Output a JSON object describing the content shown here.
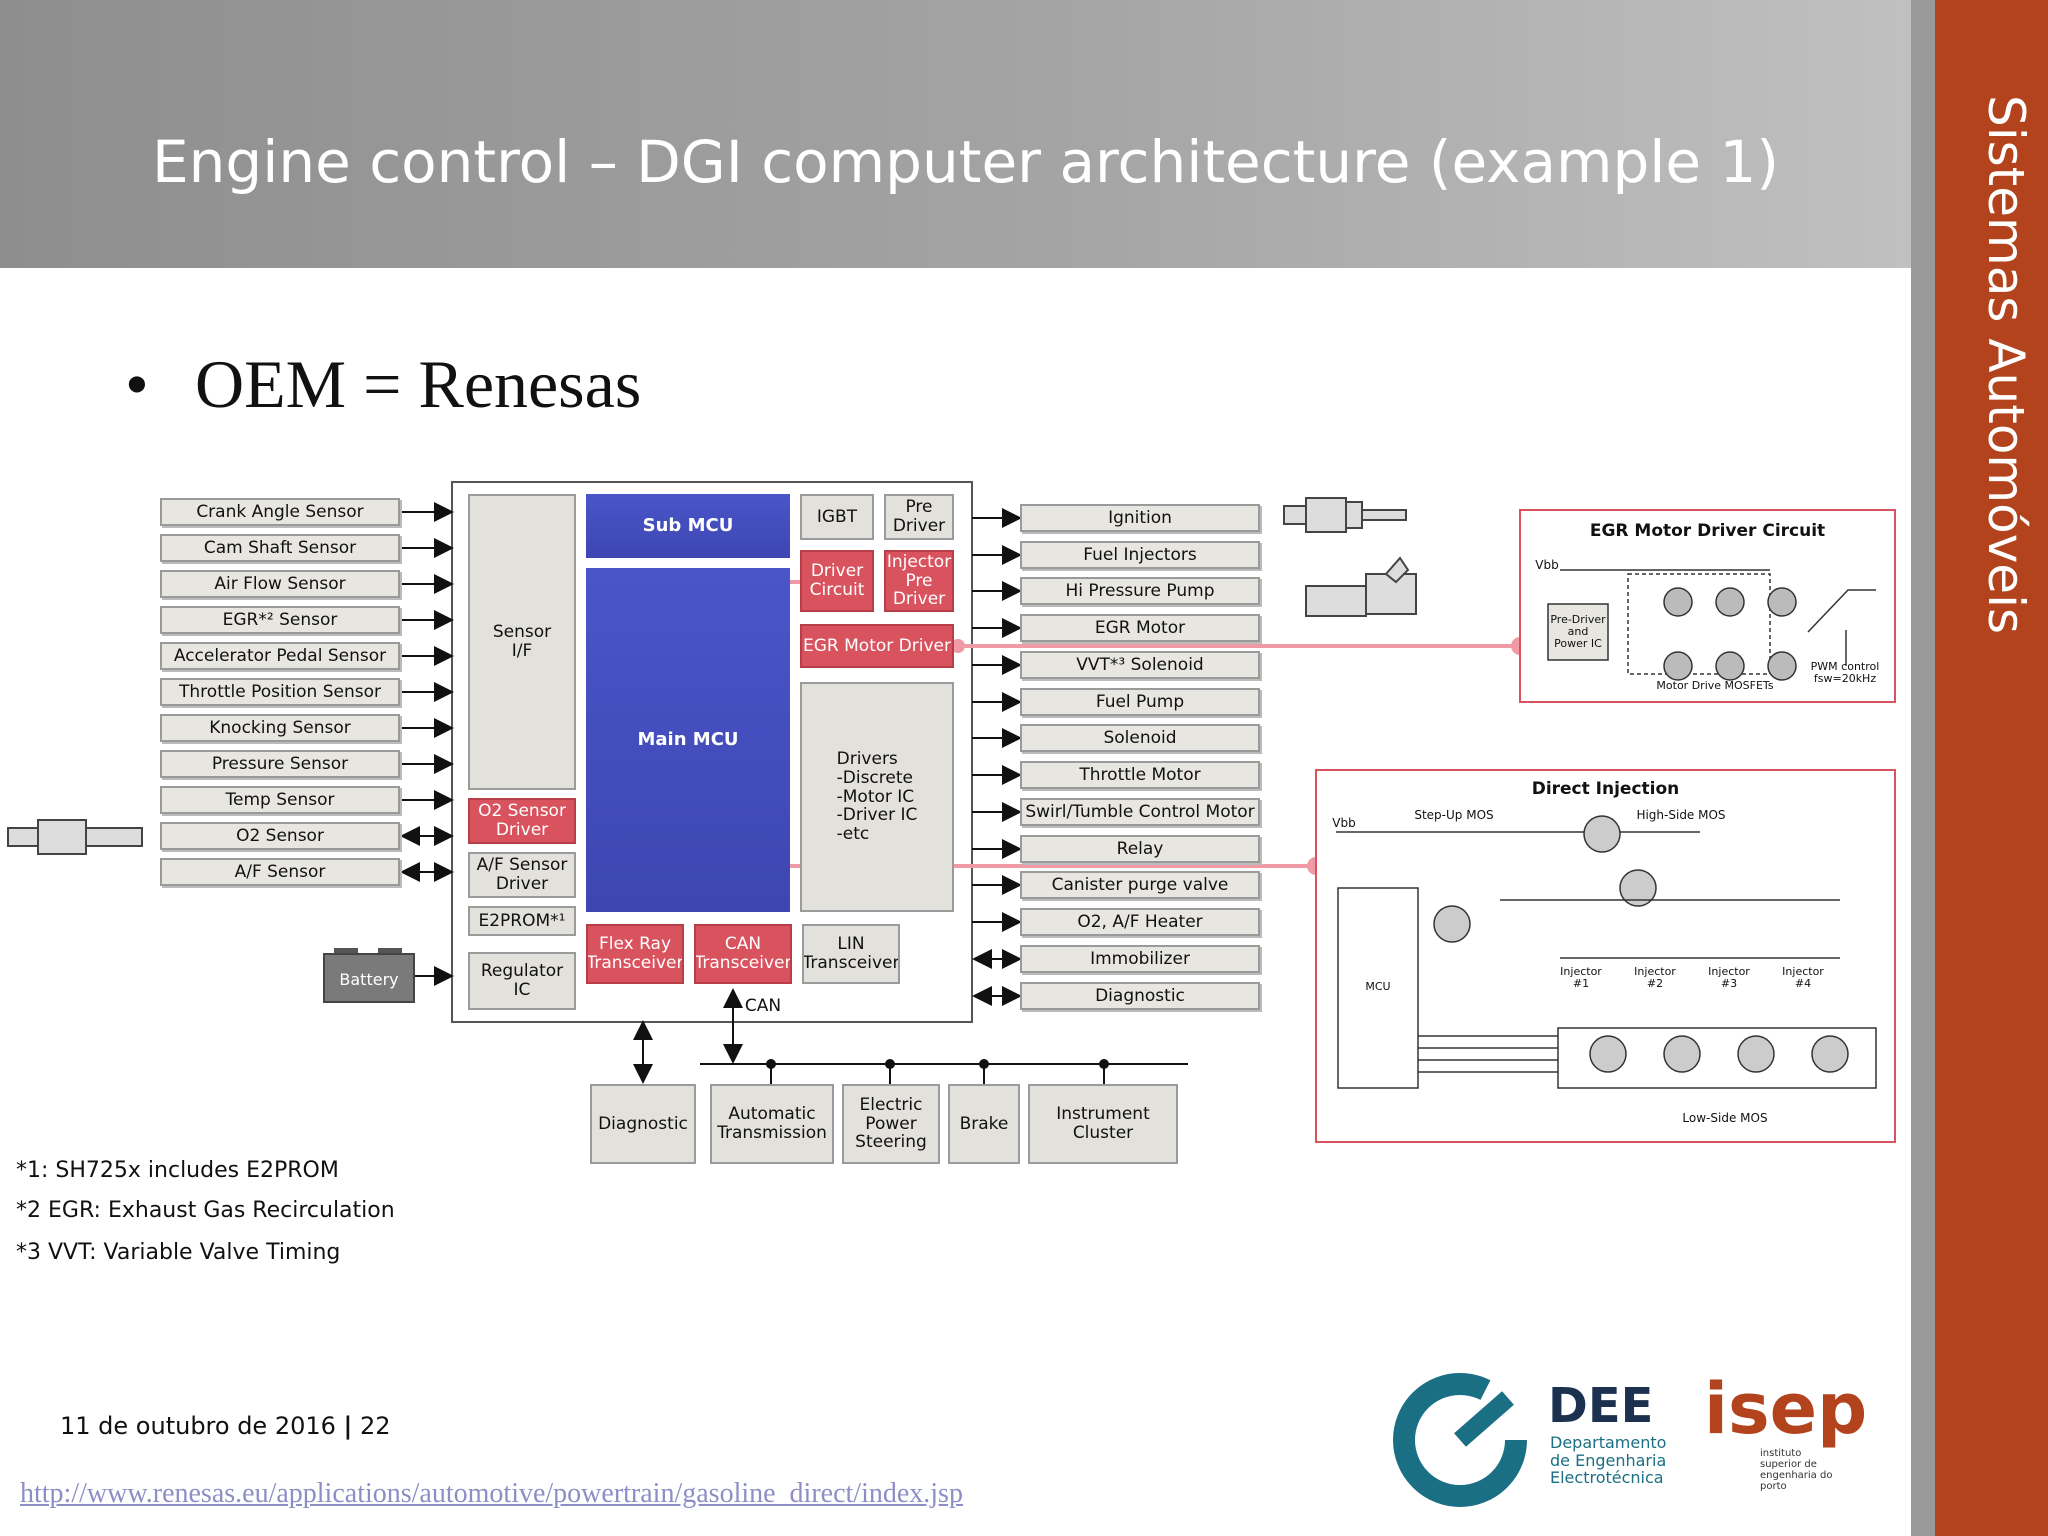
{
  "slide": {
    "title": "Engine control – DGI computer architecture (example 1)",
    "sidebar_text": "Sistemas Automóveis",
    "bullet": "OEM = Renesas",
    "date": "11 de outubro de 2016",
    "page_sep": "|",
    "page_number": "22",
    "url": "http://www.renesas.eu/applications/automotive/powertrain/gasoline_direct/index.jsp"
  },
  "diagram": {
    "sensors": [
      "Crank Angle Sensor",
      "Cam Shaft Sensor",
      "Air Flow Sensor",
      "EGR*² Sensor",
      "Accelerator Pedal Sensor",
      "Throttle Position Sensor",
      "Knocking Sensor",
      "Pressure Sensor",
      "Temp Sensor",
      "O2 Sensor",
      "A/F Sensor"
    ],
    "battery": "Battery",
    "sensor_if": "Sensor\nI/F",
    "o2_driver": "O2 Sensor\nDriver",
    "af_driver": "A/F Sensor\nDriver",
    "e2prom": "E2PROM*¹",
    "regulator": "Regulator\nIC",
    "sub_mcu": "Sub MCU",
    "main_mcu": "Main MCU",
    "igbt": "IGBT",
    "pre_driver": "Pre\nDriver",
    "driver_circuit": "Driver\nCircuit",
    "injector_pre_driver": "Injector\nPre\nDriver",
    "egr_motor_driver": "EGR Motor Driver",
    "drivers": "Drivers\n-Discrete\n-Motor IC\n-Driver IC\n-etc",
    "flexray": "Flex Ray\nTransceiver",
    "can_tr": "CAN\nTransceiver",
    "lin_tr": "LIN\nTransceiver",
    "can_label": "CAN",
    "outputs": [
      "Ignition",
      "Fuel Injectors",
      "Hi Pressure Pump",
      "EGR Motor",
      "VVT*³ Solenoid",
      "Fuel Pump",
      "Solenoid",
      "Throttle Motor",
      "Swirl/Tumble Control Motor",
      "Relay",
      "Canister purge valve",
      "O2, A/F Heater",
      "Immobilizer",
      "Diagnostic"
    ],
    "bus_nodes": [
      "Diagnostic",
      "Automatic\nTransmission",
      "Electric\nPower\nSteering",
      "Brake",
      "Instrument\nCluster"
    ],
    "egr_panel": {
      "title": "EGR Motor Driver Circuit",
      "vbb": "Vbb",
      "predriver": "Pre-Driver\nand\nPower IC",
      "mosfets": "Motor Drive MOSFETs",
      "pwm": "PWM control\nfsw=20kHz"
    },
    "di_panel": {
      "title": "Direct Injection",
      "vbb": "Vbb",
      "stepup": "Step-Up MOS",
      "highside": "High-Side MOS",
      "mcu": "MCU",
      "injectors": [
        "Injector\n#1",
        "Injector\n#2",
        "Injector\n#3",
        "Injector\n#4"
      ],
      "lowside": "Low-Side MOS"
    },
    "footnotes": [
      "*1: SH725x includes E2PROM",
      "*2 EGR: Exhaust Gas Recirculation",
      "*3 VVT: Variable Valve Timing"
    ]
  },
  "logos": {
    "dee": "DEE",
    "dee_sub": "Departamento\nde Engenharia\nElectrotécnica",
    "isep": "isep",
    "isep_sub": "instituto\nsuperior de\nengenharia do\nporto"
  },
  "colors": {
    "sidebar": "#b2431c",
    "header": "#a4a4a4",
    "mcu_blue": "#4a56c8",
    "driver_red": "#d9535f"
  }
}
